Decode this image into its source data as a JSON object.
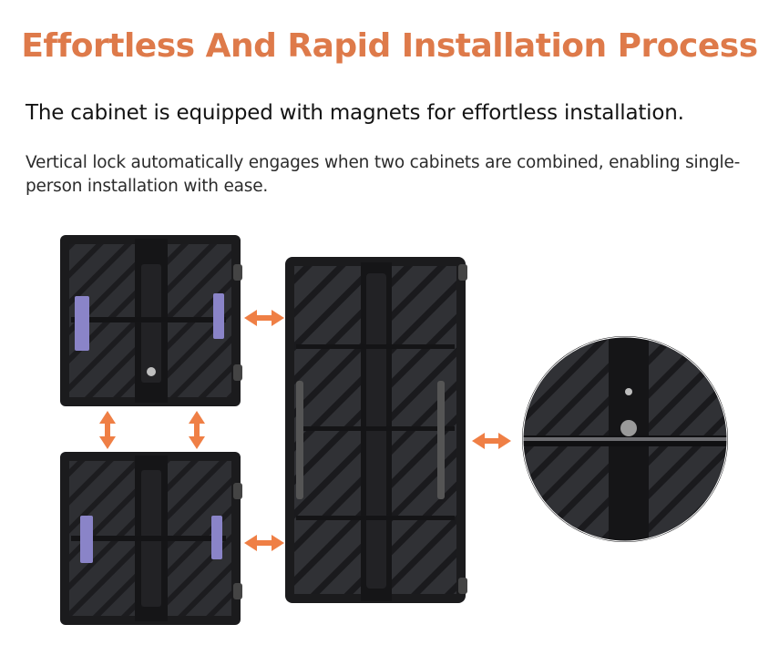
{
  "header": {
    "title": "Effortless And Rapid Installation Process",
    "subtitle": "The cabinet is equipped with magnets for effortless installation.",
    "description": "Vertical lock automatically engages when two cabinets are combined, enabling single-person installation with ease."
  },
  "colors": {
    "accent": "#de7a4a",
    "arrow": "#ef7f45",
    "cabinet_dark": "#1b1b1d",
    "cabinet_panel": "#2f3034",
    "lock_purple": "#8a84c8"
  }
}
